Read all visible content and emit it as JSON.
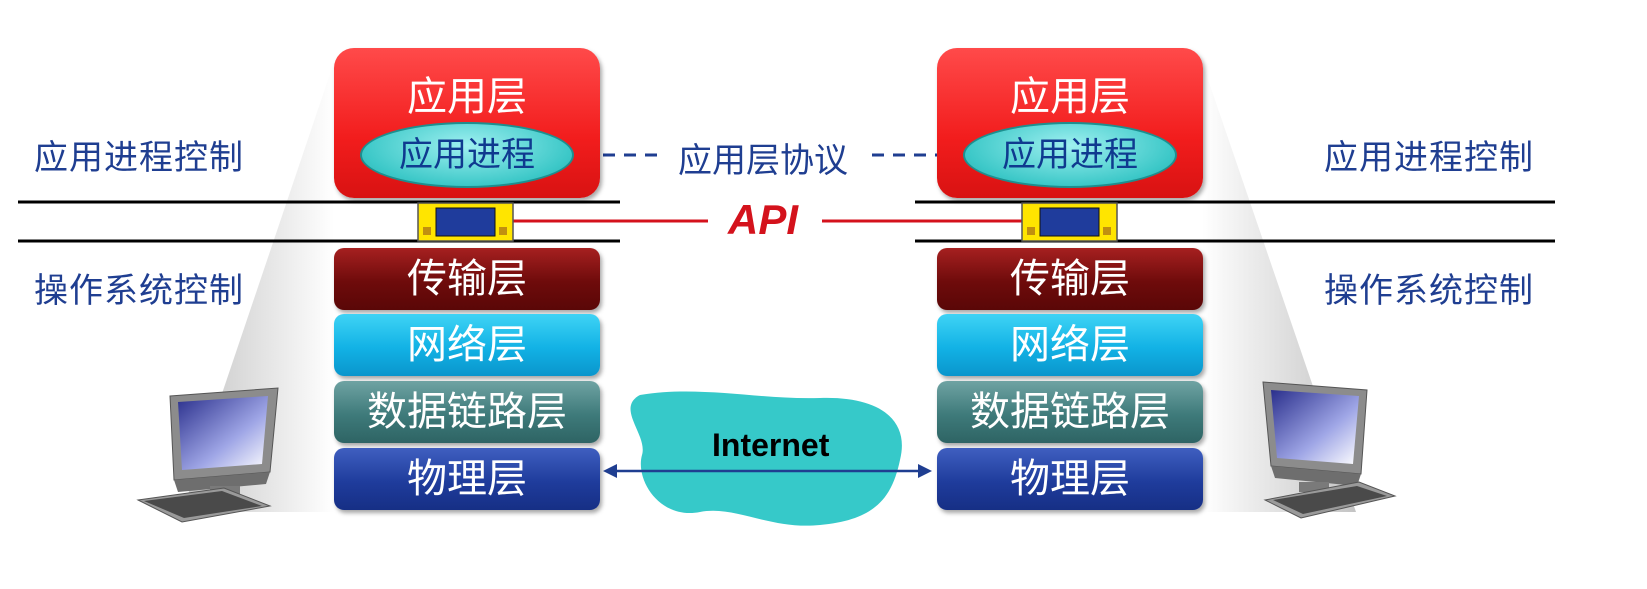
{
  "left_stack": {
    "application_layer": "应用层",
    "application_process": "应用进程",
    "transport_layer": "传输层",
    "network_layer": "网络层",
    "data_link_layer": "数据链路层",
    "physical_layer": "物理层"
  },
  "right_stack": {
    "application_layer": "应用层",
    "application_process": "应用进程",
    "transport_layer": "传输层",
    "network_layer": "网络层",
    "data_link_layer": "数据链路层",
    "physical_layer": "物理层"
  },
  "side_labels": {
    "left_app_control": "应用进程控制",
    "left_os_control": "操作系统控制",
    "right_app_control": "应用进程控制",
    "right_os_control": "操作系统控制"
  },
  "protocol_label": "应用层协议",
  "api_label": "API",
  "internet_label": "Internet",
  "icons": [
    "computer-icon",
    "api-socket-icon",
    "internet-cloud-icon"
  ],
  "colors": {
    "application": "#f21d1d",
    "process": "#3cc8c8",
    "transport": "#6e0b0b",
    "network": "#12b2e5",
    "data_link": "#3e7a7a",
    "physical": "#1f3c9c",
    "text_blue": "#1f3e91",
    "api_red": "#d4121c",
    "cloud": "#36c9c9",
    "socket_yellow": "#ffe500"
  }
}
